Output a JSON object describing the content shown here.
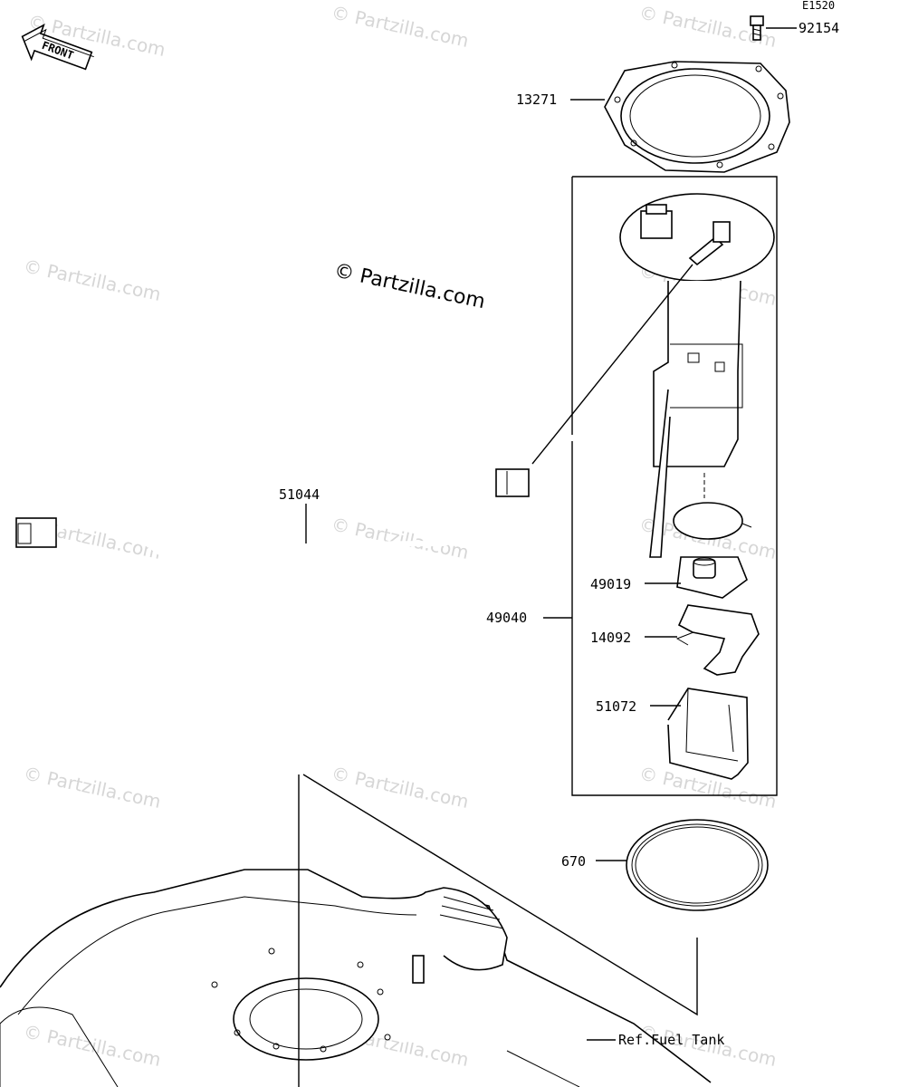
{
  "diagram_code": "E1520",
  "front_label": "FRONT",
  "watermark_main": "© Partzilla.com",
  "watermark_small": "© Partzilla.com",
  "parts": {
    "bolt": "92154",
    "gasket_plate": "13271",
    "harness": "51044",
    "filter": "49019",
    "pump_assy": "49040",
    "cover": "14092",
    "holder": "51072",
    "oring": "670",
    "tank_ref": "Ref.Fuel Tank"
  }
}
